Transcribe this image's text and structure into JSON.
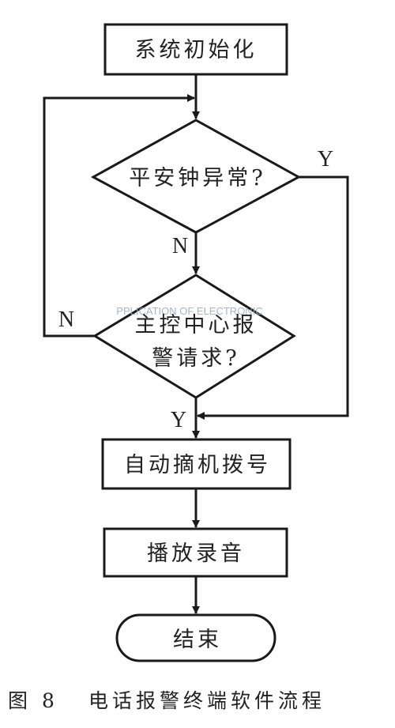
{
  "nodes": {
    "init": "系统初始化",
    "check_clock": "平安钟异常?",
    "center_request_line1": "主控中心报",
    "center_request_line2": "警请求?",
    "dial": "自动摘机拨号",
    "play": "播放录音",
    "end": "结束"
  },
  "branches": {
    "clock_yes": "Y",
    "clock_no": "N",
    "center_no": "N",
    "center_yes": "Y"
  },
  "watermark": "PPLICATION OF ELECTRONIC",
  "caption": {
    "figure_no": "图 8",
    "title": "电话报警终端软件流程"
  }
}
